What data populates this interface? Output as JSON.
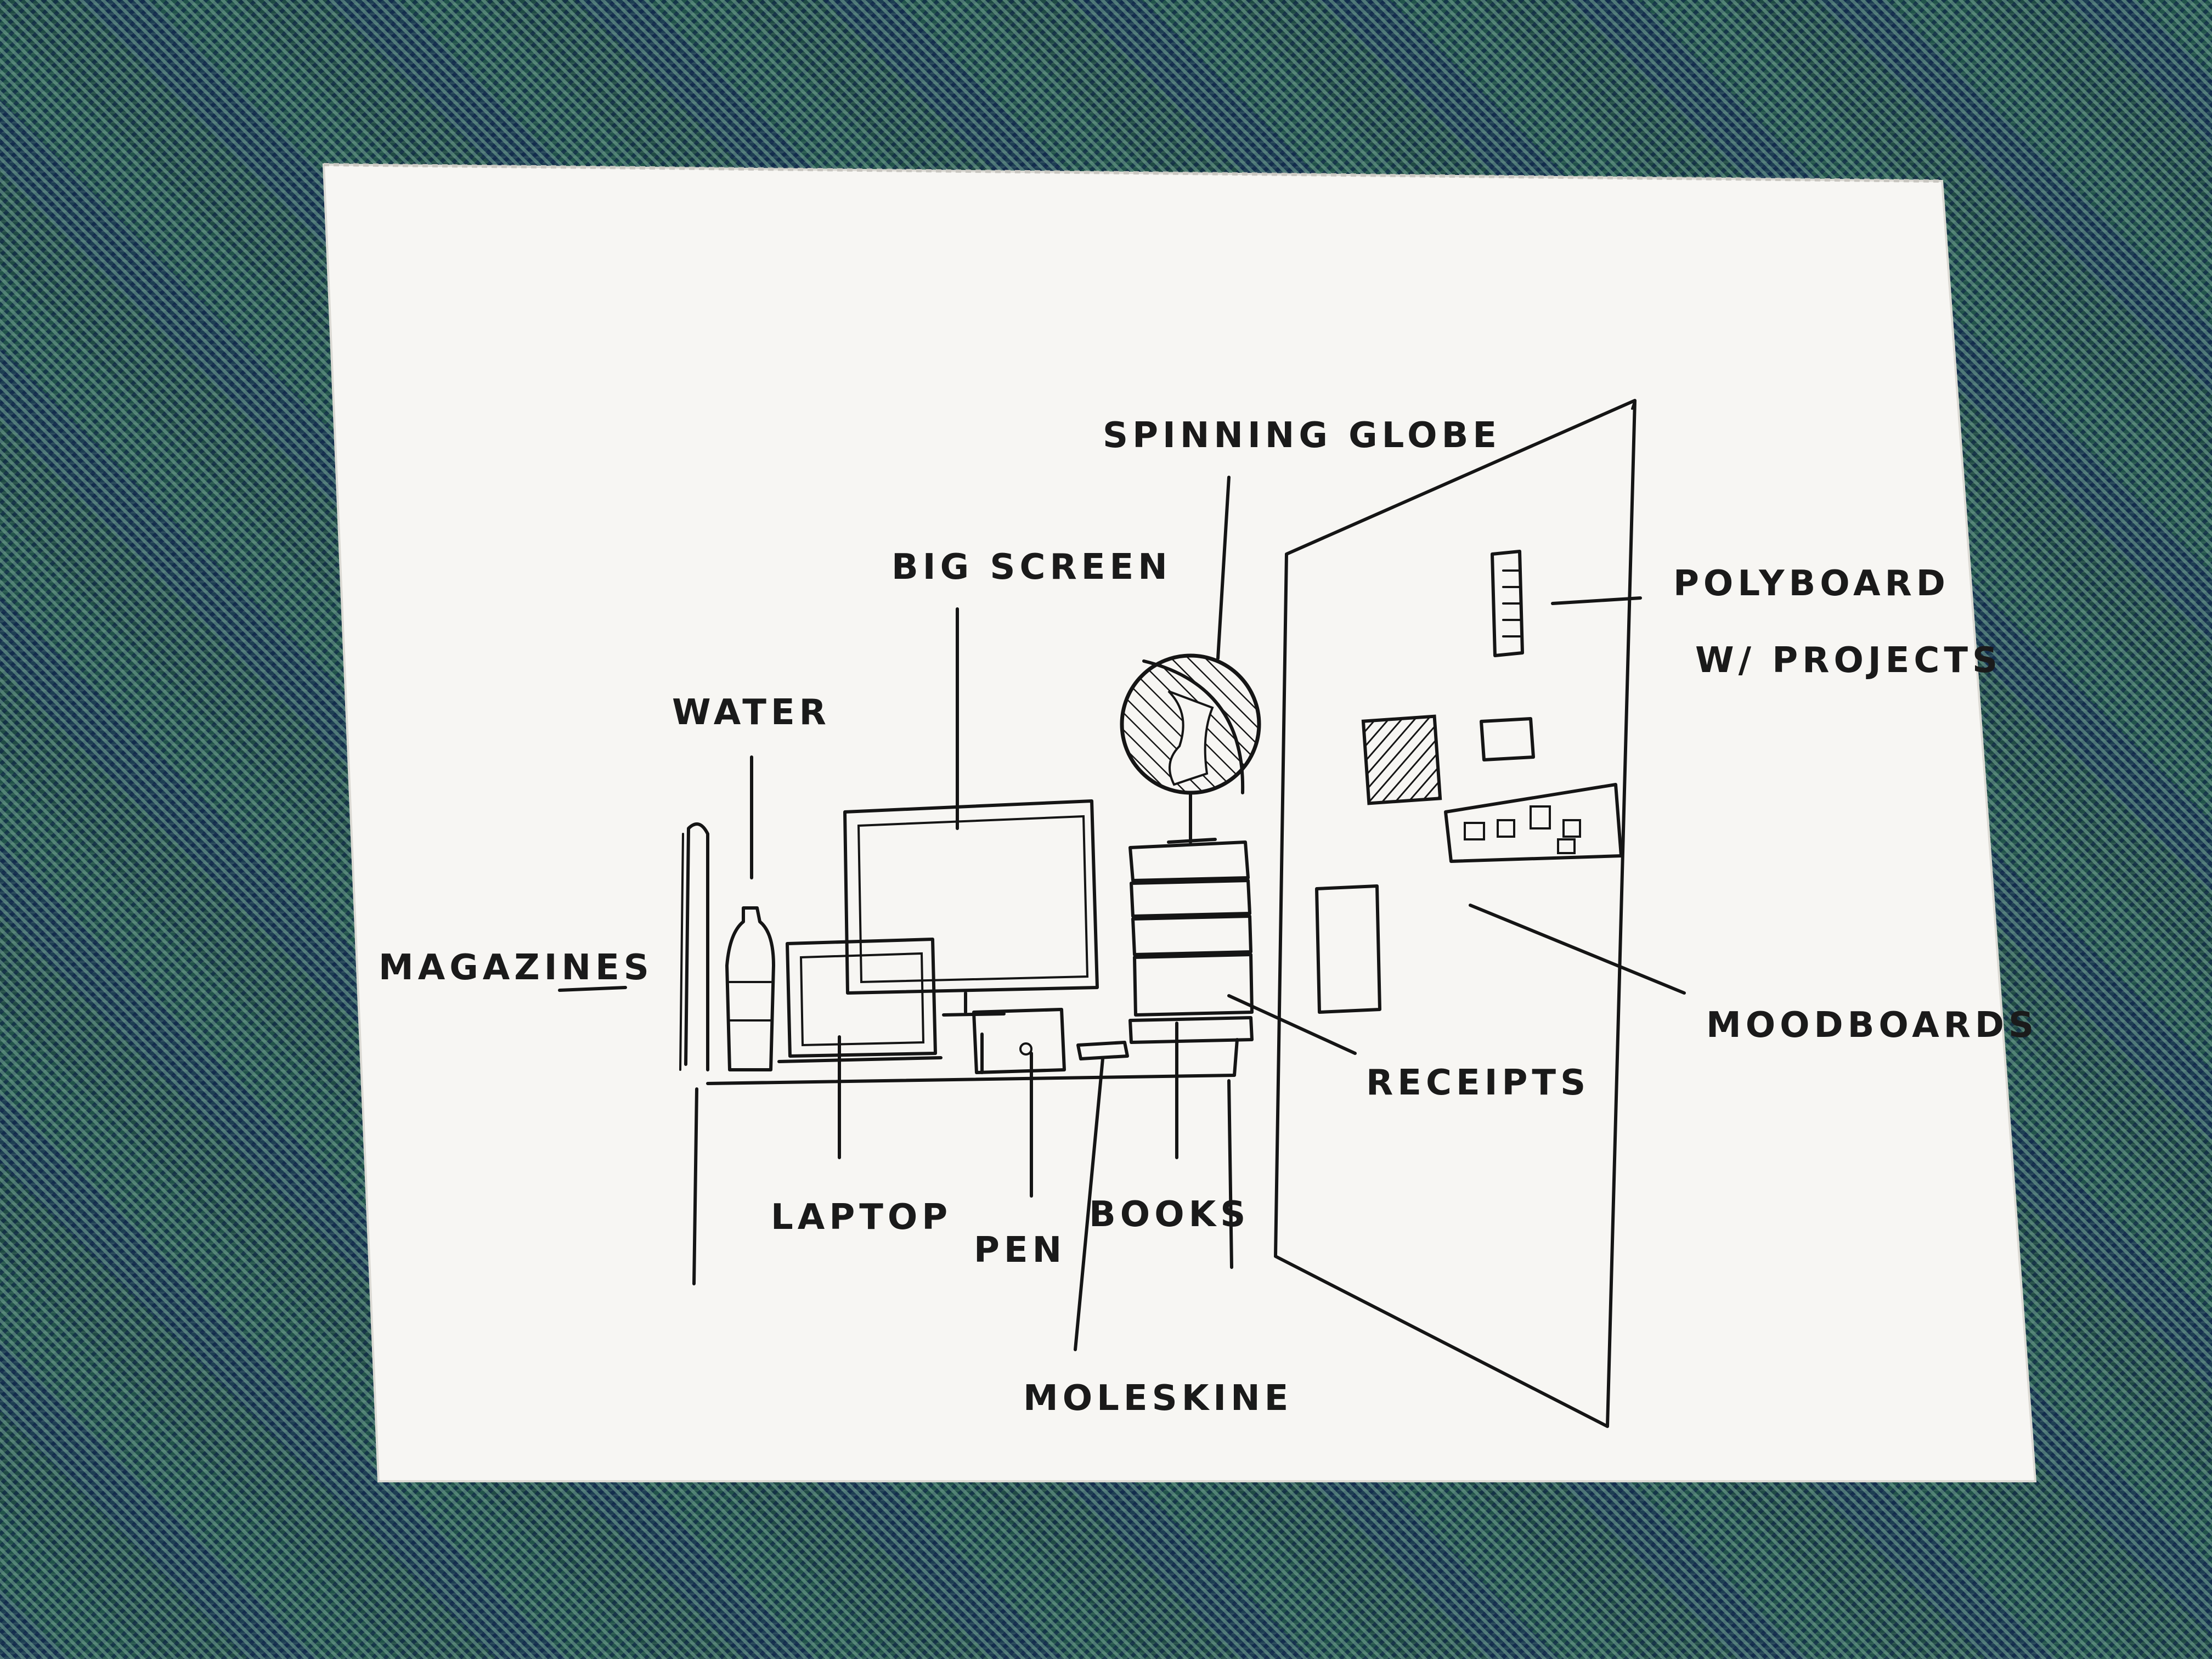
{
  "sketch": {
    "labels": {
      "spinning_globe": "SPINNING GLOBE",
      "big_screen": "BIG SCREEN",
      "water": "WATER",
      "magazines": "MAGAZINES",
      "laptop": "LAPTOP",
      "pen": "PEN",
      "books": "BOOKS",
      "moleskine": "MOLESKINE",
      "receipts": "RECEIPTS",
      "polyboard_line1": "POLYBOARD",
      "polyboard_line2": "W/ PROJECTS",
      "moodboards": "MOODBOARDS"
    }
  }
}
